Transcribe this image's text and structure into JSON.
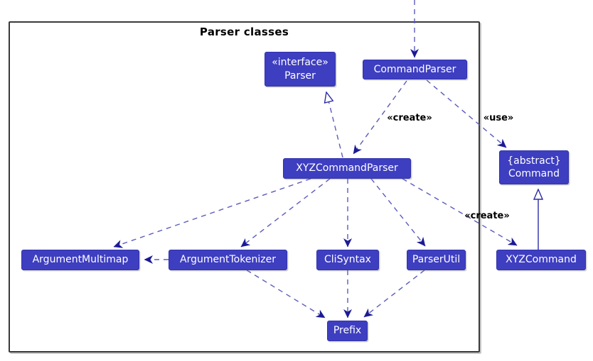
{
  "frame": {
    "title": "Parser classes"
  },
  "nodes": {
    "parser": {
      "stereotype": "«interface»",
      "name": "Parser"
    },
    "command_parser": {
      "name": "CommandParser"
    },
    "xyz_command_parser": {
      "name": "XYZCommandParser"
    },
    "argument_multimap": {
      "name": "ArgumentMultimap"
    },
    "argument_tokenizer": {
      "name": "ArgumentTokenizer"
    },
    "cli_syntax": {
      "name": "CliSyntax"
    },
    "parser_util": {
      "name": "ParserUtil"
    },
    "prefix": {
      "name": "Prefix"
    },
    "command": {
      "stereotype": "{abstract}",
      "name": "Command"
    },
    "xyz_command": {
      "name": "XYZCommand"
    }
  },
  "edge_labels": {
    "create_upper": "«create»",
    "use": "«use»",
    "create_lower": "«create»"
  },
  "colors": {
    "node_fill": "#3E3EC1",
    "node_text": "#FFFFFF",
    "edge_line": "#5B5BBE",
    "arrowhead": "#1B1B96",
    "generalization_line": "#2B2BA6",
    "frame_border": "#3A3A3A",
    "label_text": "#000000",
    "background": "#FFFFFF"
  }
}
